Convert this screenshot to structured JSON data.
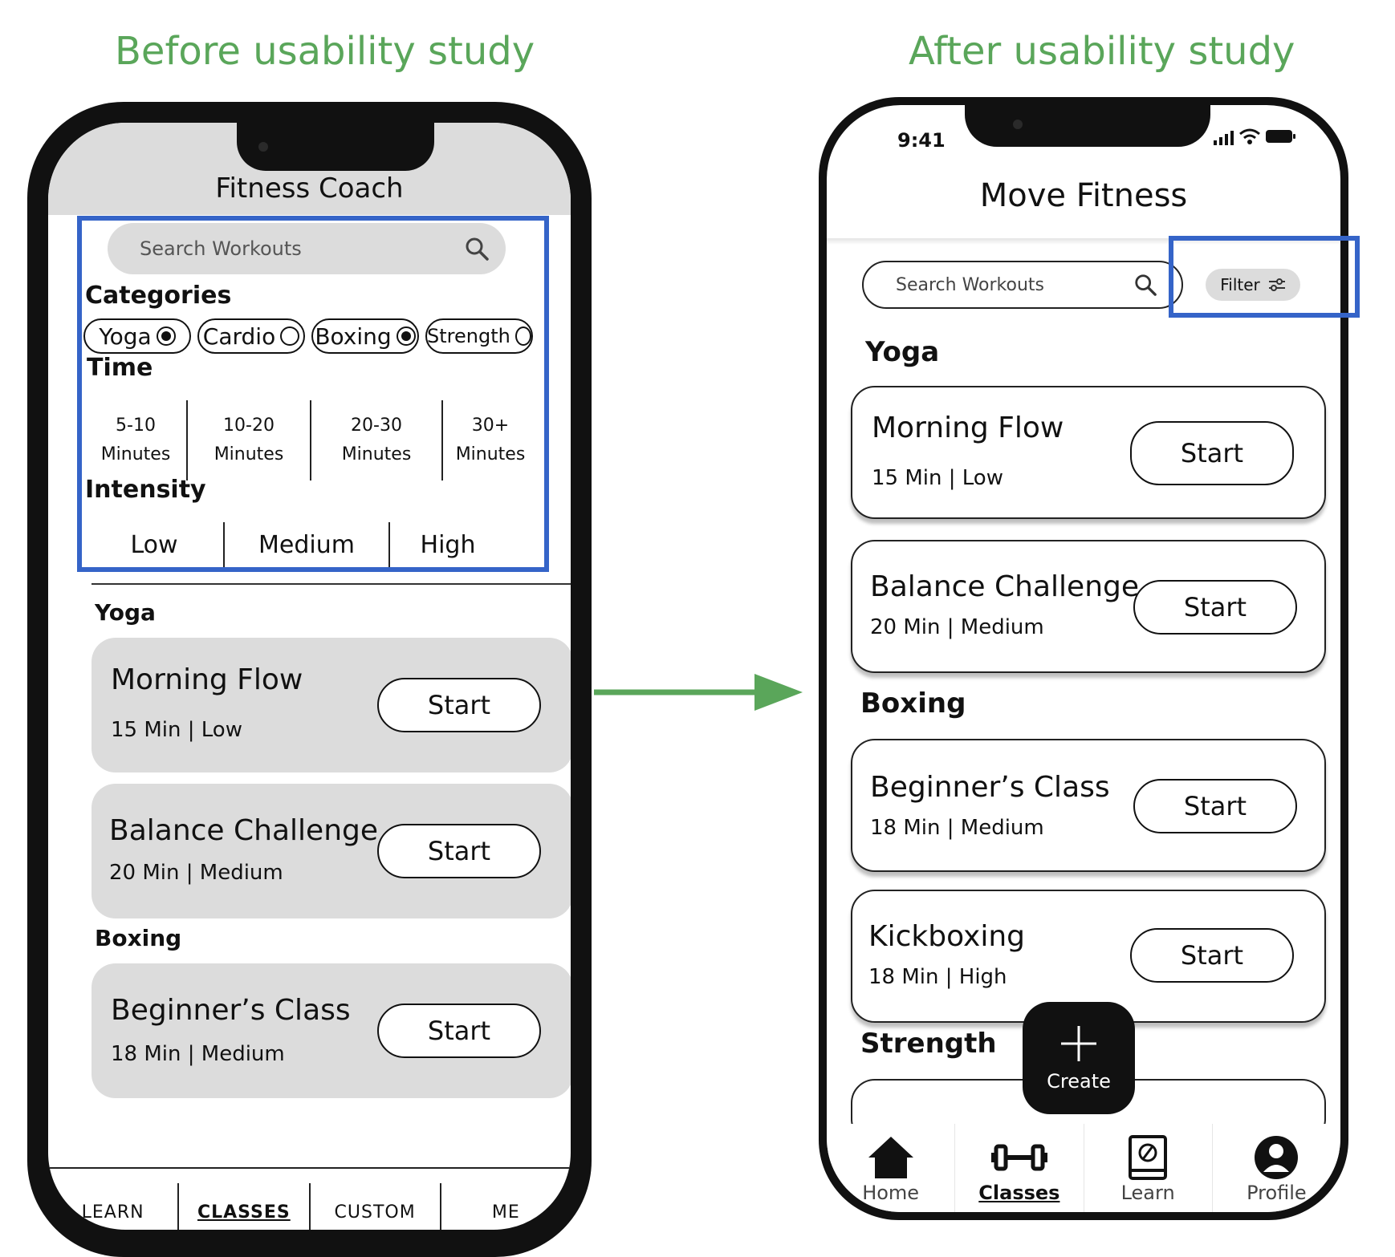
{
  "headings": {
    "before": "Before usability study",
    "after": "After usability study"
  },
  "colors": {
    "heading": "#5aa65a",
    "highlight": "#3564c8",
    "arrow": "#5aa65a",
    "card_bg_before": "#dcdcdc"
  },
  "before": {
    "title": "Fitness Coach",
    "search": {
      "placeholder": "Search Workouts",
      "icon": "search-icon"
    },
    "filters": {
      "categories_label": "Categories",
      "categories": [
        {
          "label": "Yoga",
          "selected": true
        },
        {
          "label": "Cardio",
          "selected": false
        },
        {
          "label": "Boxing",
          "selected": true
        },
        {
          "label": "Strength",
          "selected": false
        }
      ],
      "time_label": "Time",
      "times": [
        {
          "value": "5-10",
          "unit": "Minutes"
        },
        {
          "value": "10-20",
          "unit": "Minutes"
        },
        {
          "value": "20-30",
          "unit": "Minutes"
        },
        {
          "value": "30+",
          "unit": "Minutes"
        }
      ],
      "intensity_label": "Intensity",
      "intensities": [
        "Low",
        "Medium",
        "High"
      ]
    },
    "sections": [
      {
        "name": "Yoga",
        "workouts": [
          {
            "title": "Morning Flow",
            "meta": "15 Min | Low",
            "action": "Start"
          },
          {
            "title": "Balance Challenge",
            "meta": "20 Min | Medium",
            "action": "Start"
          }
        ]
      },
      {
        "name": "Boxing",
        "workouts": [
          {
            "title": "Beginner’s Class",
            "meta": "18 Min | Medium",
            "action": "Start"
          }
        ]
      }
    ],
    "nav": [
      {
        "label": "LEARN",
        "active": false
      },
      {
        "label": "CLASSES",
        "active": true
      },
      {
        "label": "CUSTOM",
        "active": false
      },
      {
        "label": "ME",
        "active": false
      }
    ]
  },
  "after": {
    "status_time": "9:41",
    "title": "Move Fitness",
    "search": {
      "placeholder": "Search Workouts",
      "icon": "search-icon"
    },
    "filter_button": {
      "label": "Filter",
      "icon": "sliders-icon"
    },
    "sections": [
      {
        "name": "Yoga",
        "workouts": [
          {
            "title": "Morning Flow",
            "meta": "15 Min | Low",
            "action": "Start"
          },
          {
            "title": "Balance Challenge",
            "meta": "20 Min | Medium",
            "action": "Start"
          }
        ]
      },
      {
        "name": "Boxing",
        "workouts": [
          {
            "title": "Beginner’s Class",
            "meta": "18 Min | Medium",
            "action": "Start"
          },
          {
            "title": "Kickboxing",
            "meta": "18 Min | High",
            "action": "Start"
          }
        ]
      },
      {
        "name": "Strength",
        "workouts": []
      }
    ],
    "fab": {
      "label": "Create",
      "icon": "plus-icon"
    },
    "nav": [
      {
        "label": "Home",
        "icon": "home-icon",
        "active": false
      },
      {
        "label": "Classes",
        "icon": "dumbbell-icon",
        "active": true
      },
      {
        "label": "Learn",
        "icon": "book-icon",
        "active": false
      },
      {
        "label": "Profile",
        "icon": "profile-icon",
        "active": false
      }
    ]
  }
}
